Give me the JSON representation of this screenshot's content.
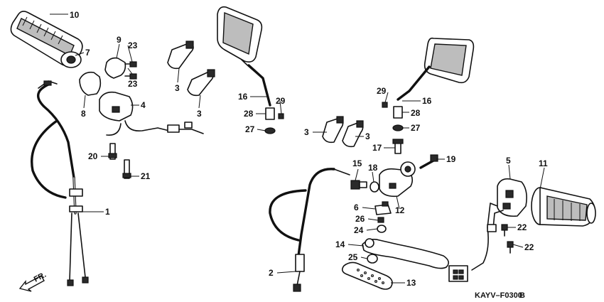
{
  "callouts": {
    "c10": "10",
    "c7": "7",
    "c9": "9",
    "c23a": "23",
    "c23b": "23",
    "c3a": "3",
    "c3b": "3",
    "c8": "8",
    "c4": "4",
    "c16a": "16",
    "c29a": "29",
    "c28a": "28",
    "c27a": "27",
    "c29b": "29",
    "c16b": "16",
    "c28b": "28",
    "c27b": "27",
    "c3c": "3",
    "c3d": "3",
    "c17": "17",
    "c19": "19",
    "c20": "20",
    "c21": "21",
    "c15": "15",
    "c18": "18",
    "c12": "12",
    "c5": "5",
    "c11": "11",
    "c1": "1",
    "c6": "6",
    "c26": "26",
    "c24": "24",
    "c22a": "22",
    "c22b": "22",
    "c14": "14",
    "c25": "25",
    "c2": "2",
    "c13": "13"
  },
  "direction_label": "FR.",
  "diagram_code": "KAYV–F0300",
  "diagram_rev": "B"
}
